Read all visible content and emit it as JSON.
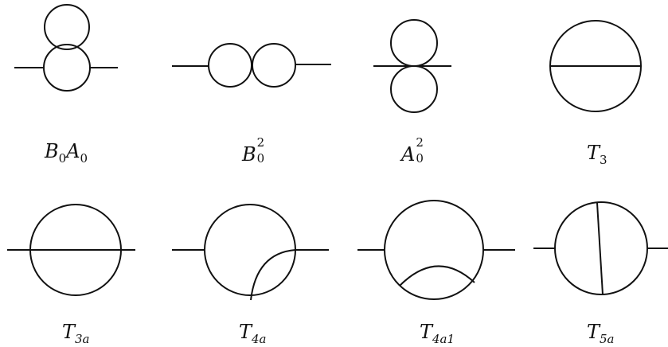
{
  "diagrams": [
    {
      "id": "B0A0",
      "label": {
        "base": "B",
        "sub": "0",
        "base2": "A",
        "sub2": "0"
      }
    },
    {
      "id": "B0sq",
      "label": {
        "base": "B",
        "sup": "2",
        "sub": "0"
      }
    },
    {
      "id": "A0sq",
      "label": {
        "base": "A",
        "sup": "2",
        "sub": "0"
      }
    },
    {
      "id": "T3",
      "label": {
        "base": "T",
        "sub": "3"
      }
    },
    {
      "id": "T3a",
      "label": {
        "base": "T",
        "sub": "3a"
      }
    },
    {
      "id": "T4a",
      "label": {
        "base": "T",
        "sub": "4a"
      }
    },
    {
      "id": "T4a1",
      "label": {
        "base": "T",
        "sub": "4a1"
      }
    },
    {
      "id": "T5a",
      "label": {
        "base": "T",
        "sub": "5a"
      }
    }
  ],
  "colors": {
    "stroke": "#111111",
    "background": "#ffffff"
  }
}
